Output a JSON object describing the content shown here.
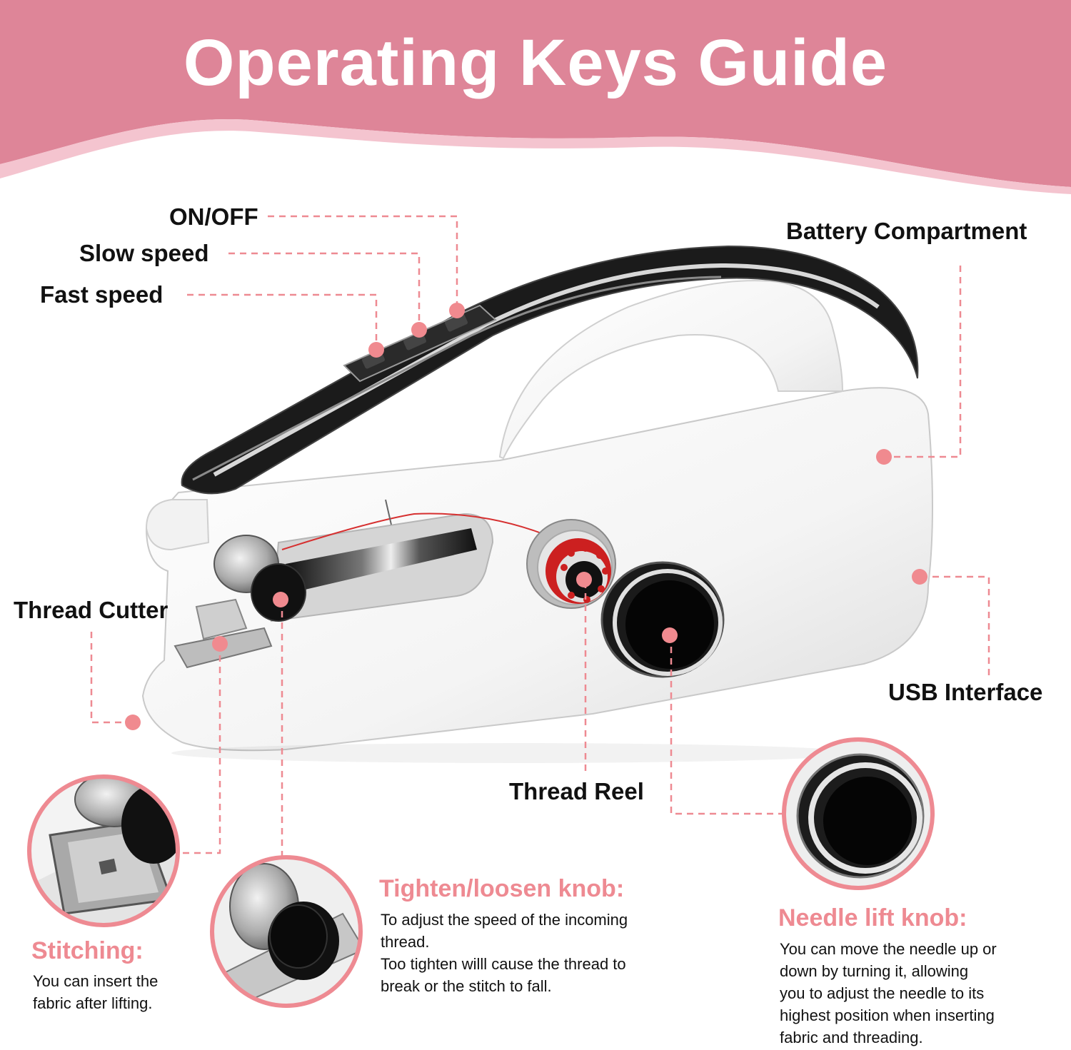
{
  "colors": {
    "banner": "#de8598",
    "banner_wave": "#f4c4cf",
    "accent": "#ee8a92",
    "dot": "#f08a8f",
    "leader_line": "#ee8a92"
  },
  "title": "Operating Keys Guide",
  "callouts": {
    "on_off": "ON/OFF",
    "slow_speed": "Slow speed",
    "fast_speed": "Fast speed",
    "battery_compartment": "Battery Compartment",
    "thread_cutter": "Thread Cutter",
    "usb_interface": "USB Interface",
    "thread_reel": "Thread Reel"
  },
  "sections": {
    "stitching": {
      "heading": "Stitching:",
      "lines": [
        "You can insert the",
        "fabric after lifting."
      ]
    },
    "tighten": {
      "heading": "Tighten/loosen knob:",
      "lines": [
        "To adjust the speed of the incoming",
        "thread.",
        "Too tighten willl cause the thread to",
        "break or the stitch to fall."
      ]
    },
    "needle": {
      "heading": "Needle lift knob:",
      "lines": [
        "You can move the needle up or",
        "down by turning it, allowing",
        "you to adjust the needle to its",
        "highest position when inserting",
        "fabric and threading."
      ]
    }
  },
  "icons": [
    "sewing-machine-icon",
    "presser-foot-closeup-icon",
    "tension-knob-closeup-icon",
    "needle-lift-knob-closeup-icon"
  ]
}
